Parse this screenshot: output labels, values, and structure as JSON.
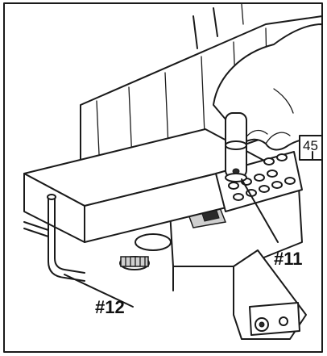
{
  "figure": {
    "callouts": {
      "part_11": "#11",
      "part_12": "#12"
    },
    "scale_mark": "45",
    "colors": {
      "ink": "#1a1a1a",
      "paper": "#ffffff",
      "shade": "#cfcfcf"
    }
  }
}
